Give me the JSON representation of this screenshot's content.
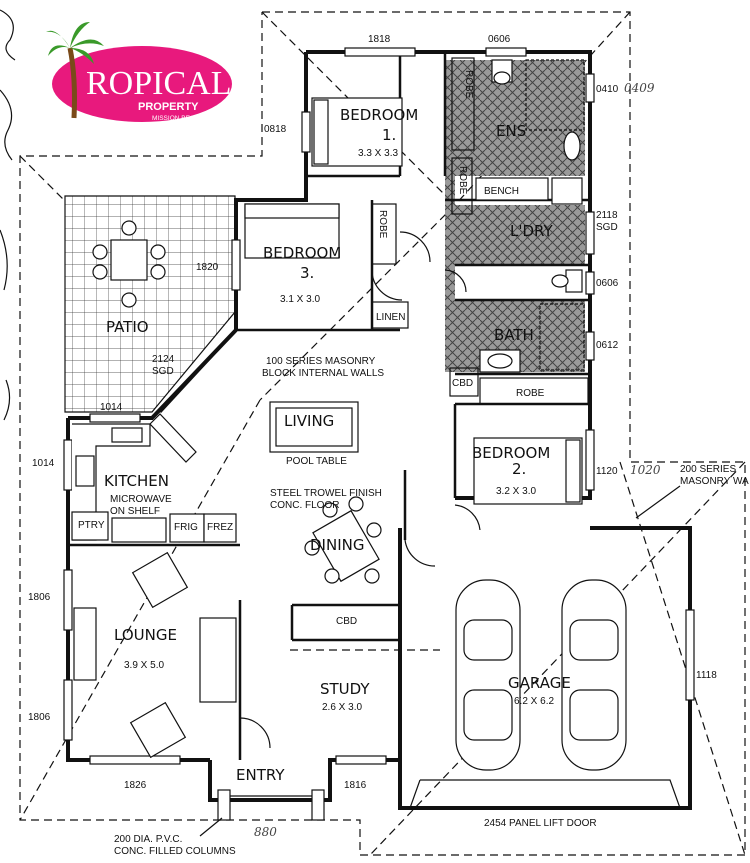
{
  "logo": {
    "main": "ROPICAL",
    "line2": "PROPERTY",
    "line3": "MISSION BEACH",
    "colors": {
      "pink": "#e8197d",
      "palm": "#3a9a2a",
      "trunk": "#7a4a1a"
    }
  },
  "rooms": {
    "bedroom1": {
      "name": "BEDROOM",
      "num": "1.",
      "size": "3.3 X 3.3"
    },
    "bedroom3": {
      "name": "BEDROOM",
      "num": "3.",
      "size": "3.1 X 3.0"
    },
    "bedroom2": {
      "name": "BEDROOM",
      "num": "2.",
      "size": "3.2 X 3.0"
    },
    "ens": "ENS",
    "ldry": "L'DRY",
    "bath": "BATH",
    "patio": "PATIO",
    "living": "LIVING",
    "kitchen": "KITCHEN",
    "dining": "DINING",
    "lounge": {
      "name": "LOUNGE",
      "size": "3.9 X 5.0"
    },
    "study": {
      "name": "STUDY",
      "size": "2.6 X 3.0"
    },
    "entry": "ENTRY",
    "garage": {
      "name": "GARAGE",
      "size": "6.2 X 6.2"
    }
  },
  "fixtures": {
    "robe": "ROBE",
    "bench": "BENCH",
    "linen": "LINEN",
    "cbd": "CBD",
    "ptry": "PTRY",
    "frig": "FRIG",
    "frez": "FREZ",
    "pool_table": "POOL TABLE",
    "microwave1": "MICROWAVE",
    "microwave2": "ON SHELF"
  },
  "notes": {
    "masonry1": "100 SERIES MASONRY",
    "masonry2": "BLOCK INTERNAL WALLS",
    "floor1": "STEEL TROWEL FINISH",
    "floor2": "CONC. FLOOR",
    "ext1": "200 SERIES",
    "ext2": "MASONRY WA",
    "column1": "200 DIA. P.V.C.",
    "column2": "CONC. FILLED COLUMNS",
    "panel_door": "2454 PANEL LIFT DOOR"
  },
  "dims": {
    "d1818": "1818",
    "d0606a": "0606",
    "d0818": "0818",
    "d0410": "0410",
    "d0409": "0409",
    "d2118": "2118",
    "sgd": "SGD",
    "d0606b": "0606",
    "d0612": "0612",
    "d1820": "1820",
    "d2124": "2124",
    "d1014a": "1014",
    "d1014b": "1014",
    "d1120": "1120",
    "d1020": "1020",
    "d1806a": "1806",
    "d1806b": "1806",
    "d1118": "1118",
    "d1826": "1826",
    "d1816": "1816",
    "d880": "880"
  }
}
